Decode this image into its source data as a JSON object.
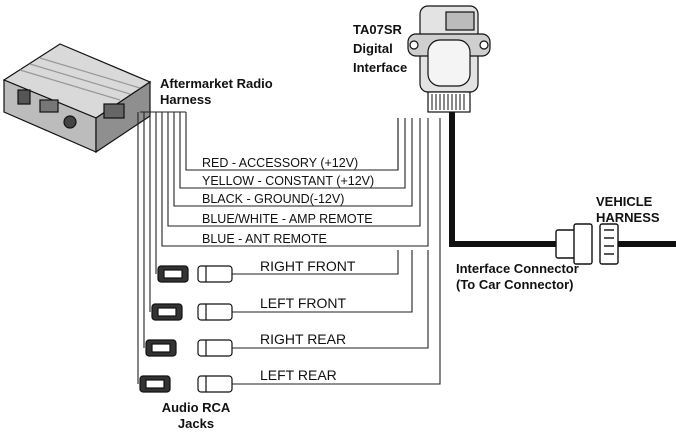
{
  "labels": {
    "interface_title_1": "TA07SR",
    "interface_title_2": "Digital",
    "interface_title_3": "Interface",
    "radio_harness_1": "Aftermarket Radio",
    "radio_harness_2": "Harness",
    "vehicle_harness_1": "VEHICLE",
    "vehicle_harness_2": "HARNESS",
    "interface_connector_1": "Interface Connector",
    "interface_connector_2": "(To Car Connector)",
    "audio_rca_1": "Audio RCA",
    "audio_rca_2": "Jacks"
  },
  "wires": [
    {
      "label": "RED - ACCESSORY (+12V)"
    },
    {
      "label": "YELLOW - CONSTANT (+12V)"
    },
    {
      "label": "BLACK - GROUND(-12V)"
    },
    {
      "label": "BLUE/WHITE - AMP REMOTE"
    },
    {
      "label": "BLUE - ANT REMOTE"
    }
  ],
  "rca_jacks": [
    {
      "label": "RIGHT FRONT"
    },
    {
      "label": "LEFT FRONT"
    },
    {
      "label": "RIGHT REAR"
    },
    {
      "label": "LEFT REAR"
    }
  ],
  "colors": {
    "ink": "#111111",
    "wire": "#222222",
    "device_fill": "#e6e6e6",
    "device_shade": "#bdbdbd"
  }
}
